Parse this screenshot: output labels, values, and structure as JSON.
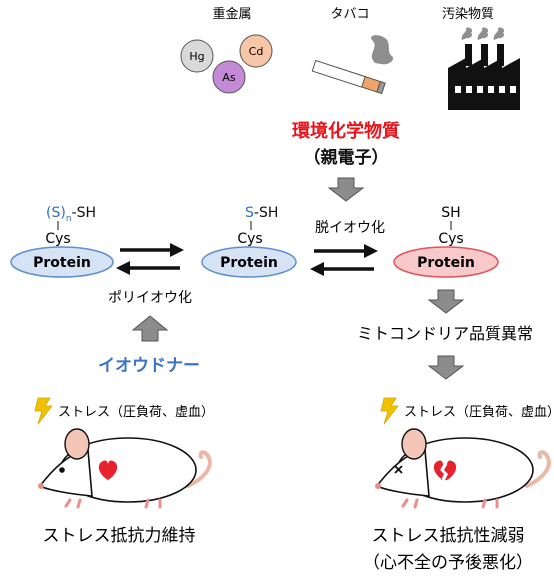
{
  "sources": {
    "heavy_metals_label": "重金属",
    "tobacco_label": "タバコ",
    "pollutant_label": "汚染物質",
    "metals": [
      "Hg",
      "Cd",
      "As"
    ]
  },
  "chemicals": {
    "title": "環境化学物質",
    "subtitle": "（親電子）"
  },
  "states": {
    "poly": {
      "group": "(S)",
      "subscript": "n",
      "tail": "-SH",
      "cys": "Cys",
      "protein": "Protein"
    },
    "single": {
      "s": "S",
      "tail": "-SH",
      "cys": "Cys",
      "protein": "Protein"
    },
    "desulf": {
      "sh": "SH",
      "cys": "Cys",
      "protein": "Protein"
    }
  },
  "labels": {
    "desulfuration": "脱イオウ化",
    "polysulfidation": "ポリイオウ化",
    "iodonor": "イオウドナー",
    "mito": "ミトコンドリア品質異常"
  },
  "left_mouse": {
    "stress": "ストレス（圧負荷、虚血）",
    "result": "ストレス抵抗力維持"
  },
  "right_mouse": {
    "stress": "ストレス（圧負荷、虚血）",
    "result_line1": "ストレス抵抗性減弱",
    "result_line2": "（心不全の予後悪化）"
  },
  "colors": {
    "red_text": "#e8141c",
    "blue_text": "#3b74c4",
    "sulfur_blue": "#2f6fc0",
    "protein_blue_fill": "#d6e3f5",
    "protein_blue_stroke": "#5f8fcf",
    "protein_red_fill": "#f7c9cb",
    "protein_red_stroke": "#e0555b",
    "arrow_gray": "#8c8c8c",
    "hg_fill": "#d9d9d9",
    "cd_fill": "#f7c6a7",
    "as_fill": "#c48ad6",
    "heart_red": "#e8222d",
    "lightning": "#f2c200"
  }
}
